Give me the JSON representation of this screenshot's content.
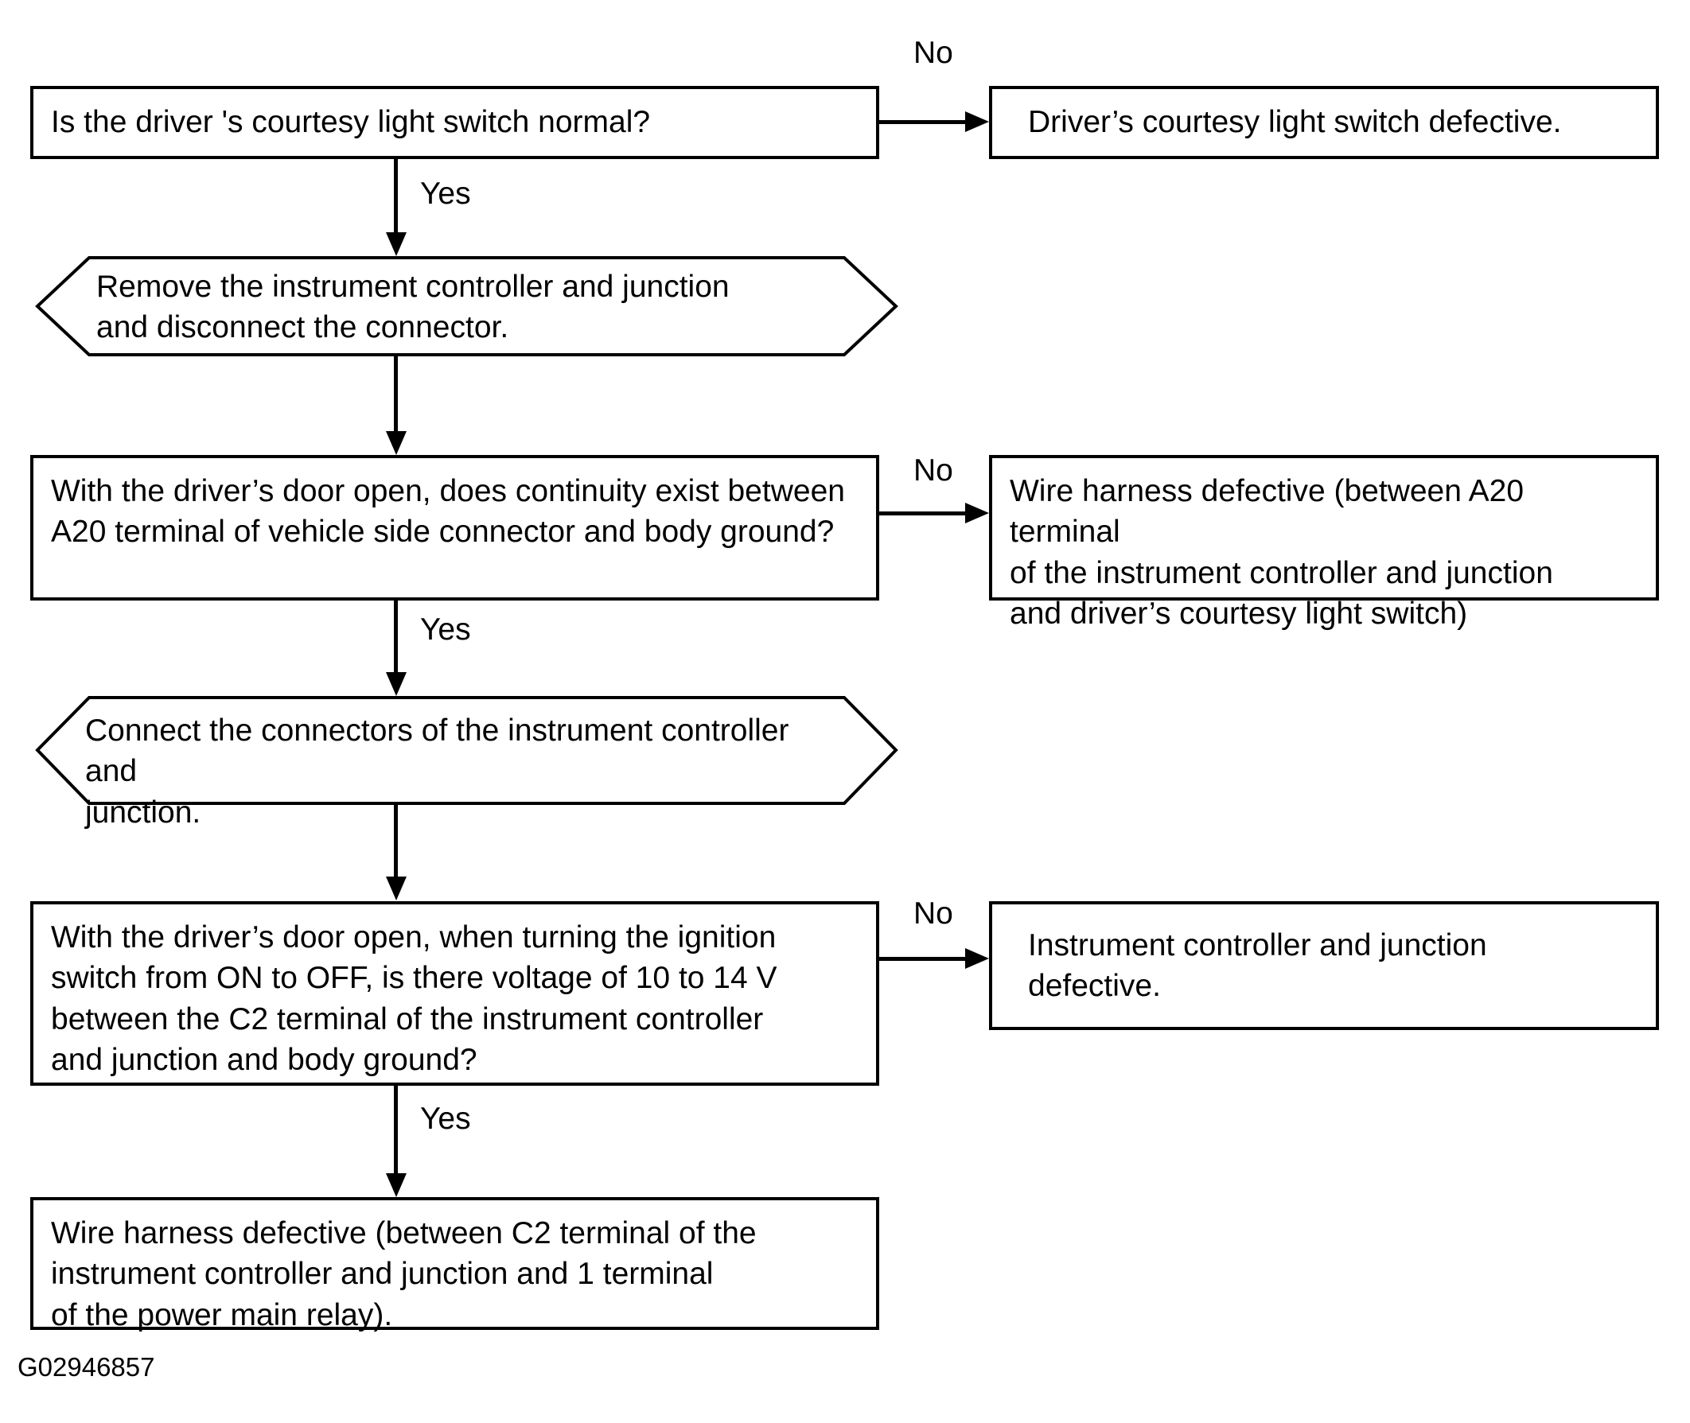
{
  "figure": {
    "caption_id": "G02946857",
    "type": "troubleshooting-flowchart",
    "colors": {
      "stroke": "#000000",
      "fill": "#ffffff",
      "text": "#000000"
    }
  },
  "nodes": {
    "q1": {
      "shape": "rectangle",
      "text": "Is the driver 's courtesy light switch normal?"
    },
    "q1_no_result": {
      "shape": "rectangle",
      "text": "Driver’s courtesy light switch defective."
    },
    "action1": {
      "shape": "hexagon",
      "text": "Remove the instrument controller and junction\nand disconnect the connector."
    },
    "q2": {
      "shape": "rectangle",
      "text": "With the driver’s door open, does continuity exist between\nA20 terminal of vehicle side connector and body ground?"
    },
    "q2_no_result": {
      "shape": "rectangle",
      "text": "Wire harness defective (between A20 terminal\nof the instrument controller and junction\nand driver’s courtesy light switch)"
    },
    "action2": {
      "shape": "hexagon",
      "text": "Connect the connectors of the instrument controller and\njunction."
    },
    "q3": {
      "shape": "rectangle",
      "text": "With the driver’s door open, when turning the ignition\nswitch from ON to OFF, is there voltage of 10 to 14 V\nbetween the C2 terminal of the instrument controller\nand junction and body ground?"
    },
    "q3_no_result": {
      "shape": "rectangle",
      "text": "Instrument controller and junction\ndefective."
    },
    "q3_yes_result": {
      "shape": "rectangle",
      "text": "Wire harness defective (between C2 terminal of the\ninstrument controller and junction and 1 terminal\nof the power main relay)."
    }
  },
  "edges": {
    "q1_no": {
      "label": "No",
      "from": "q1",
      "to": "q1_no_result"
    },
    "q1_yes": {
      "label": "Yes",
      "from": "q1",
      "to": "action1"
    },
    "action1_next": {
      "label": "",
      "from": "action1",
      "to": "q2"
    },
    "q2_no": {
      "label": "No",
      "from": "q2",
      "to": "q2_no_result"
    },
    "q2_yes": {
      "label": "Yes",
      "from": "q2",
      "to": "action2"
    },
    "action2_next": {
      "label": "",
      "from": "action2",
      "to": "q3"
    },
    "q3_no": {
      "label": "No",
      "from": "q3",
      "to": "q3_no_result"
    },
    "q3_yes": {
      "label": "Yes",
      "from": "q3",
      "to": "q3_yes_result"
    }
  }
}
